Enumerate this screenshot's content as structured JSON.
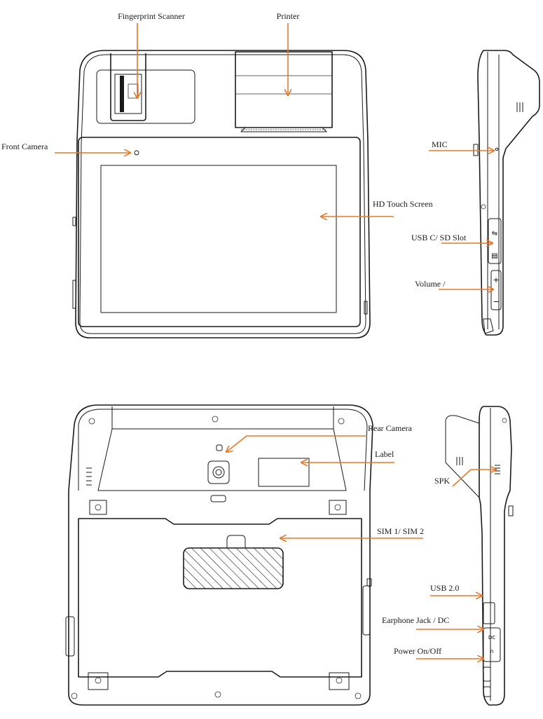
{
  "labels": {
    "fingerprint_scanner": "Fingerprint Scanner",
    "printer": "Printer",
    "front_camera": "Front Camera",
    "mic": "MIC",
    "hd_touch_screen": "HD Touch Screen",
    "usb_c_sd_slot": "USB C/ SD Slot",
    "volume": "Volume      /",
    "rear_camera": "Rear Camera",
    "label": "Label",
    "spk": "SPK",
    "sim": "SIM 1/ SIM 2",
    "usb_2": "USB 2.0",
    "earphone_dc": "Earphone Jack / DC",
    "power": "Power On/Off"
  },
  "device_text": {
    "dc": "DC"
  },
  "colors": {
    "callout": "#e8782a",
    "line": "#1a1a1a"
  }
}
